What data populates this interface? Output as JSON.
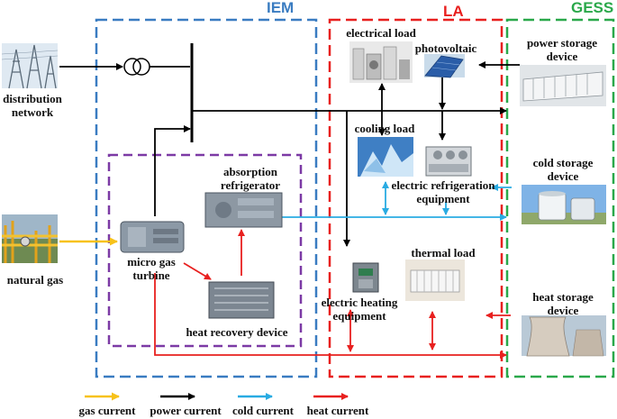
{
  "colors": {
    "gas": "#f7c21b",
    "power": "#000000",
    "cold": "#29abe2",
    "heat": "#e8201f",
    "iem_border": "#3a7cc1",
    "la_border": "#e8201f",
    "gess_border": "#2aa84a",
    "subsystem_border": "#7c3aa5"
  },
  "regions": {
    "iem": "IEM",
    "la": "LA",
    "gess": "GESS"
  },
  "sources": {
    "distribution_network": "distribution\nnetwork",
    "natural_gas": "natural gas"
  },
  "iem_components": {
    "absorption_refrigerator": "absorption\nrefrigerator",
    "micro_gas_turbine": "micro gas\nturbine",
    "heat_recovery_device": "heat recovery device"
  },
  "la_components": {
    "electrical_load": "electrical load",
    "photovoltaic": "photovoltaic",
    "cooling_load": "cooling load",
    "electric_refrigeration_equipment": "electric refrigeration\nequipment",
    "thermal_load": "thermal load",
    "electric_heating_equipment": "electric heating\nequipment"
  },
  "gess_components": {
    "power_storage_device": "power storage\ndevice",
    "cold_storage_device": "cold storage\ndevice",
    "heat_storage_device": "heat storage\ndevice"
  },
  "legend": [
    {
      "label": "gas current",
      "color": "#f7c21b"
    },
    {
      "label": "power current",
      "color": "#000000"
    },
    {
      "label": "cold current",
      "color": "#29abe2"
    },
    {
      "label": "heat current",
      "color": "#e8201f"
    }
  ]
}
